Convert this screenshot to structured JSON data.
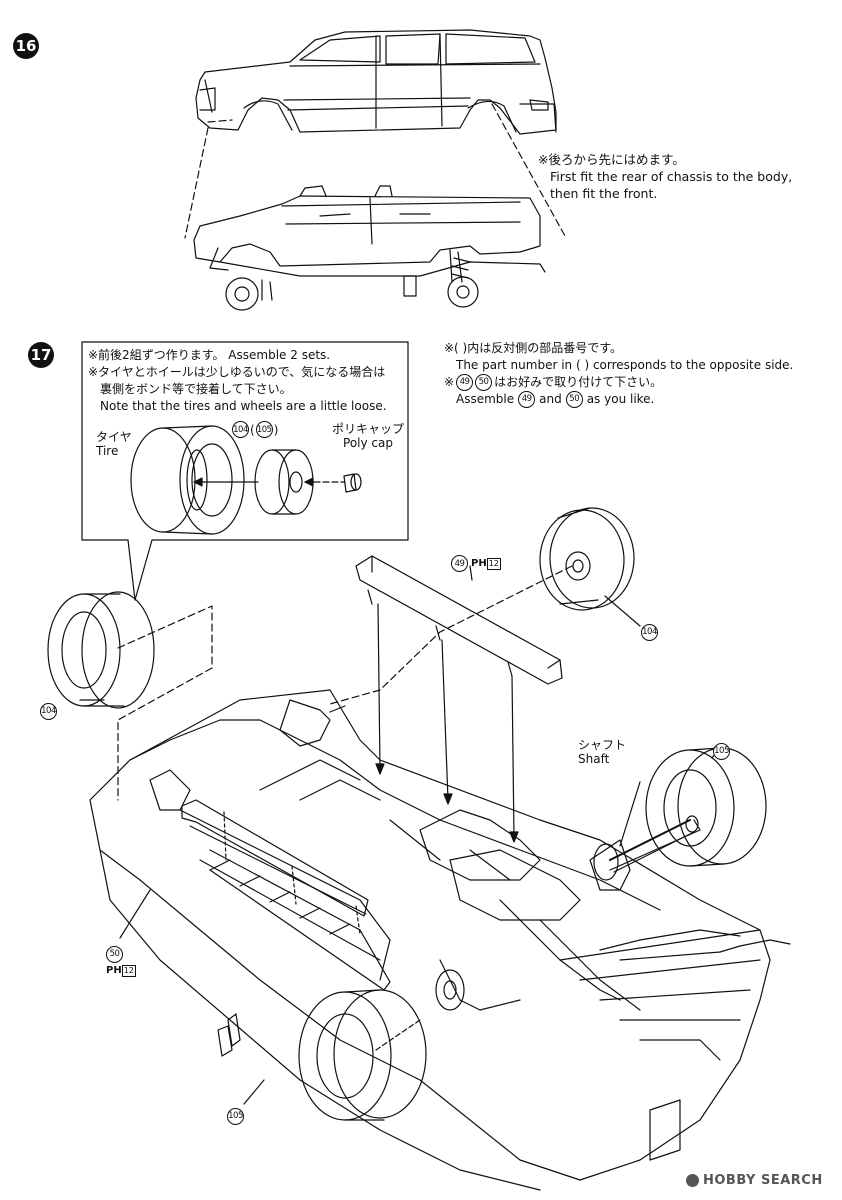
{
  "step16": {
    "number": "16",
    "note_jp": "※後ろから先にはめます。",
    "note_en_1": "First fit the rear of chassis to the body,",
    "note_en_2": "then fit the front."
  },
  "step17": {
    "number": "17",
    "inset": {
      "line1": "※前後2組ずつ作ります。 Assemble 2 sets.",
      "line2": "※タイヤとホイールは少しゆるいので、気になる場合は",
      "line3": "裏側をボンド等で接着して下さい。",
      "line4": "Note that the tires and wheels are a little loose.",
      "tire_jp": "タイヤ",
      "tire_en": "Tire",
      "polycap_jp": "ポリキャップ",
      "polycap_en": "Poly cap",
      "wheel_part": "104",
      "wheel_part_alt": "105",
      "paren_open": "(",
      "paren_close": ")"
    },
    "note_right": {
      "line1": "※(  )内は反対側の部品番号です。",
      "line2": "The part number in (   ) corresponds to the opposite side.",
      "line3_pre": "※",
      "line3_p1": "49",
      "line3_p2": "50",
      "line3_post": "はお好みで取り付けて下さい。",
      "line4_pre": "Assemble",
      "line4_p1": "49",
      "line4_mid": "and",
      "line4_p2": "50",
      "line4_post": "as you like."
    },
    "parts": {
      "p49": "49",
      "p49_sheet": "PH",
      "p49_box": "12",
      "p50": "50",
      "p50_sheet": "PH",
      "p50_box": "12",
      "p104_left": "104",
      "p104_right": "104",
      "p105_top": "105",
      "p105_bottom": "105"
    },
    "shaft_jp": "シャフト",
    "shaft_en": "Shaft"
  },
  "watermark": "HOBBY SEARCH"
}
